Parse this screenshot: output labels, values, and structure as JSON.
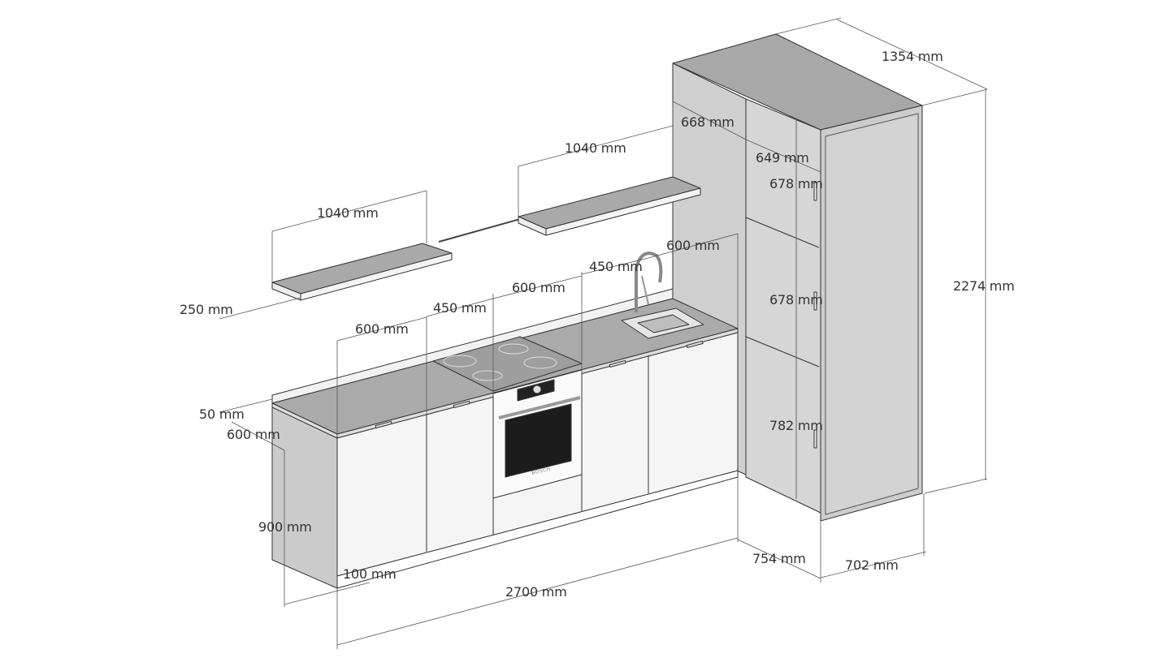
{
  "colors": {
    "panel_grey": "#c9c9c9",
    "front_white": "#f4f4f4",
    "top_grey": "#a9a9a9",
    "line": "#333333",
    "oven_glass": "#1c1c1c"
  },
  "oven_brand": "BOSCH",
  "dimensions": {
    "tall_depth_top": "1354 mm",
    "tall_side_width": "668 mm",
    "tall_inner_width": "649 mm",
    "door_top": "678 mm",
    "door_mid": "678 mm",
    "door_bottom": "782 mm",
    "tall_height": "2274 mm",
    "tall_base_depth": "754 mm",
    "tall_panel_width": "702 mm",
    "shelf_right_length": "1040 mm",
    "shelf_left_length": "1040 mm",
    "shelf_depth": "250 mm",
    "sink_cab_width": "600 mm",
    "cab_450_right": "450 mm",
    "oven_cab_width": "600 mm",
    "cab_450_left": "450 mm",
    "cab_600_left": "600 mm",
    "backsplash_height": "50 mm",
    "counter_depth": "600 mm",
    "base_height": "900 mm",
    "plinth_height": "100 mm",
    "run_length": "2700 mm"
  }
}
